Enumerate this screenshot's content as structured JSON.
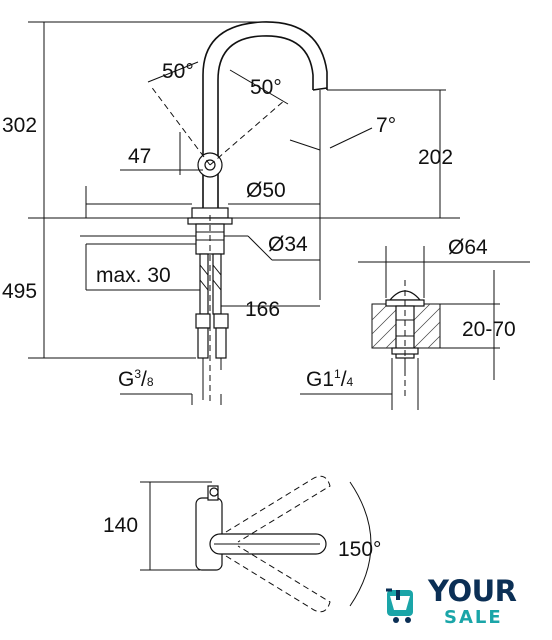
{
  "dimensions": {
    "total_height": "302",
    "spout_height": "202",
    "below_deck": "495",
    "angle_left": "50",
    "angle_right": "50",
    "spout_tilt": "7",
    "lever_offset": "47",
    "body_diameter": "Ø50",
    "hole_diameter": "Ø34",
    "max_deck": "max. 30",
    "reach": "166",
    "waste_diameter": "Ø64",
    "waste_range": "20-70",
    "hose_thread": "G",
    "hose_thread_num": "3",
    "hose_thread_den": "8",
    "waste_thread": "G1",
    "waste_thread_num": "1",
    "waste_thread_den": "4",
    "top_depth": "140",
    "swivel_angle": "150"
  },
  "units": {
    "degree": "°"
  },
  "logo": {
    "word1": "YOUR",
    "word2": "SALE"
  },
  "colors": {
    "line": "#111111",
    "logo_dark": "#0b2f55",
    "logo_accent": "#1aa5a8"
  }
}
